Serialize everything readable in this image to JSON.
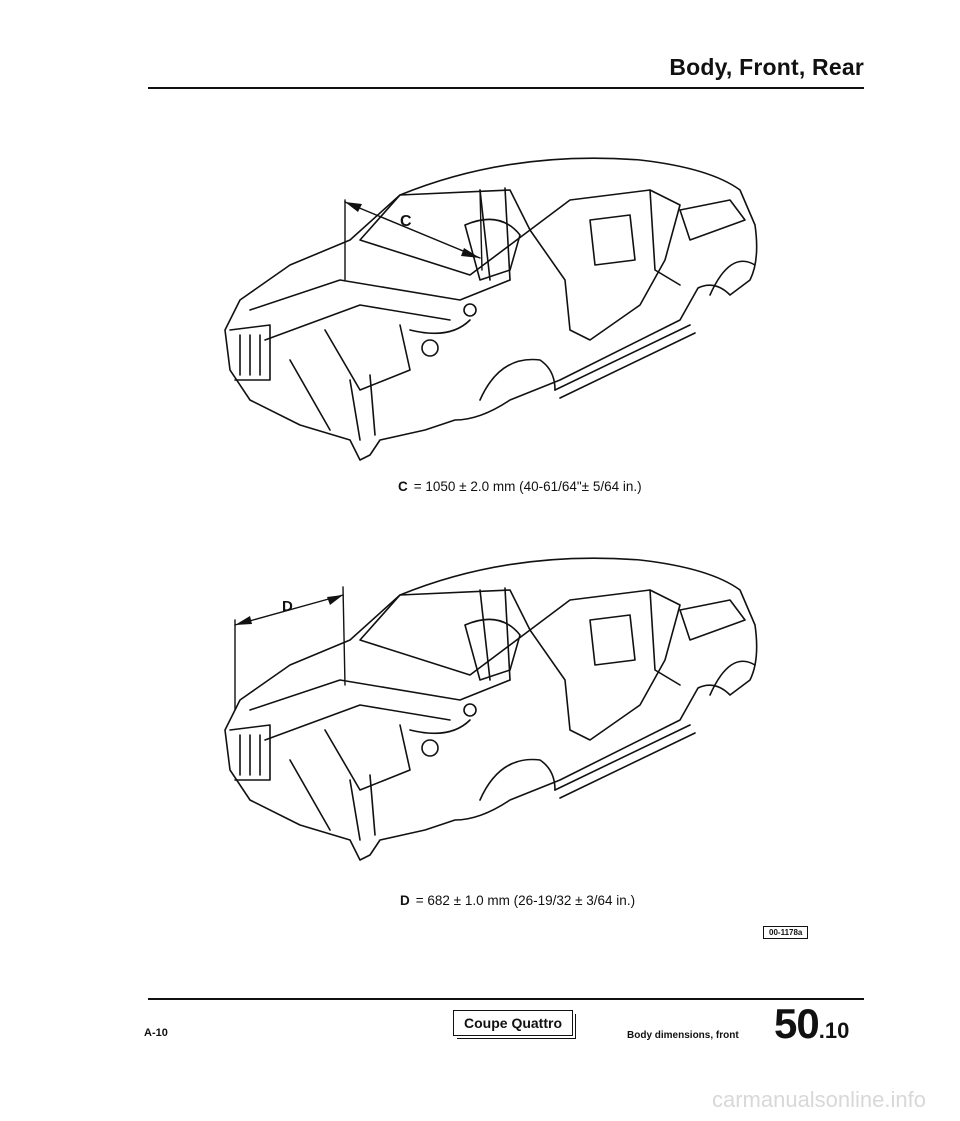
{
  "header": {
    "title": "Body, Front, Rear"
  },
  "figures": [
    {
      "dimension_label": "C",
      "caption_var": "C",
      "caption_text": "= 1050 ± 2.0 mm (40-61/64\"± 5/64 in.)"
    },
    {
      "dimension_label": "D",
      "caption_var": "D",
      "caption_text": "= 682 ± 1.0 mm (26-19/32 ± 3/64 in.)"
    }
  ],
  "figure_ref": "00-1178a",
  "footer": {
    "page_code": "A-10",
    "model": "Coupe Quattro",
    "section_desc": "Body dimensions, front",
    "section_main": "50",
    "section_sub": ".10"
  },
  "watermark": "carmanualsonline.info",
  "icons": [
    "car-body-shell-illustration"
  ]
}
